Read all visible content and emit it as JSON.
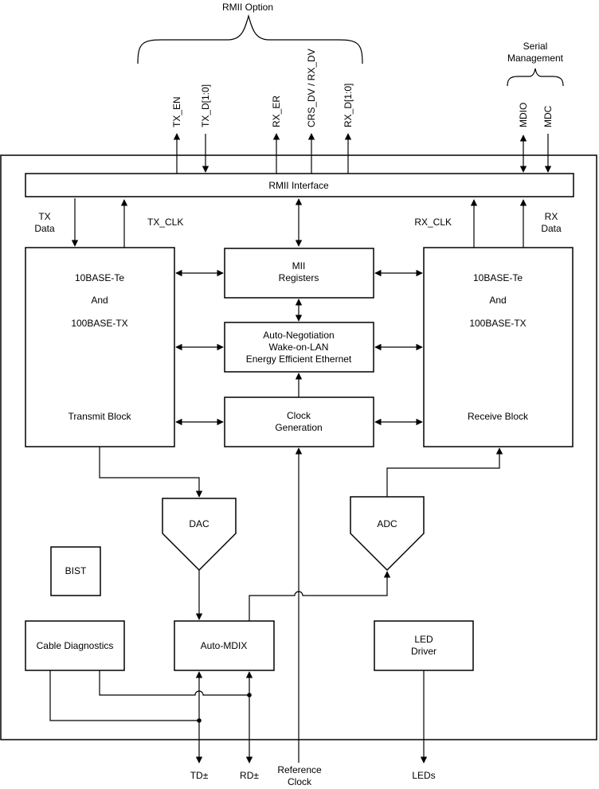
{
  "top_labels": {
    "rmii_option": "RMII Option",
    "serial_management_1": "Serial",
    "serial_management_2": "Management"
  },
  "pins_top": {
    "tx_en": "TX_EN",
    "txd": "TX_D[1:0]",
    "rx_er": "RX_ER",
    "crs_dv": "CRS_DV / RX_DV",
    "rxd": "RX_D[1:0]",
    "mdio": "MDIO",
    "mdc": "MDC"
  },
  "rmii_interface": "RMII Interface",
  "signals": {
    "tx_data_1": "TX",
    "tx_data_2": "Data",
    "tx_clk": "TX_CLK",
    "rx_clk": "RX_CLK",
    "rx_data_1": "RX",
    "rx_data_2": "Data"
  },
  "transmit_block": {
    "line1": "10BASE-Te",
    "line2": "And",
    "line3": "100BASE-TX",
    "line4": "Transmit Block"
  },
  "receive_block": {
    "line1": "10BASE-Te",
    "line2": "And",
    "line3": "100BASE-TX",
    "line4": "Receive Block"
  },
  "mii_registers": {
    "line1": "MII",
    "line2": "Registers"
  },
  "autoneg": {
    "line1": "Auto-Negotiation",
    "line2": "Wake-on-LAN",
    "line3": "Energy Efficient Ethernet"
  },
  "clock_gen": {
    "line1": "Clock",
    "line2": "Generation"
  },
  "dac": "DAC",
  "adc": "ADC",
  "bist": "BIST",
  "cable_diagnostics": "Cable Diagnostics",
  "auto_mdix": "Auto-MDIX",
  "led_driver": {
    "line1": "LED",
    "line2": "Driver"
  },
  "pins_bottom": {
    "td": "TD±",
    "rd": "RD±",
    "ref_clock_1": "Reference",
    "ref_clock_2": "Clock",
    "leds": "LEDs"
  }
}
